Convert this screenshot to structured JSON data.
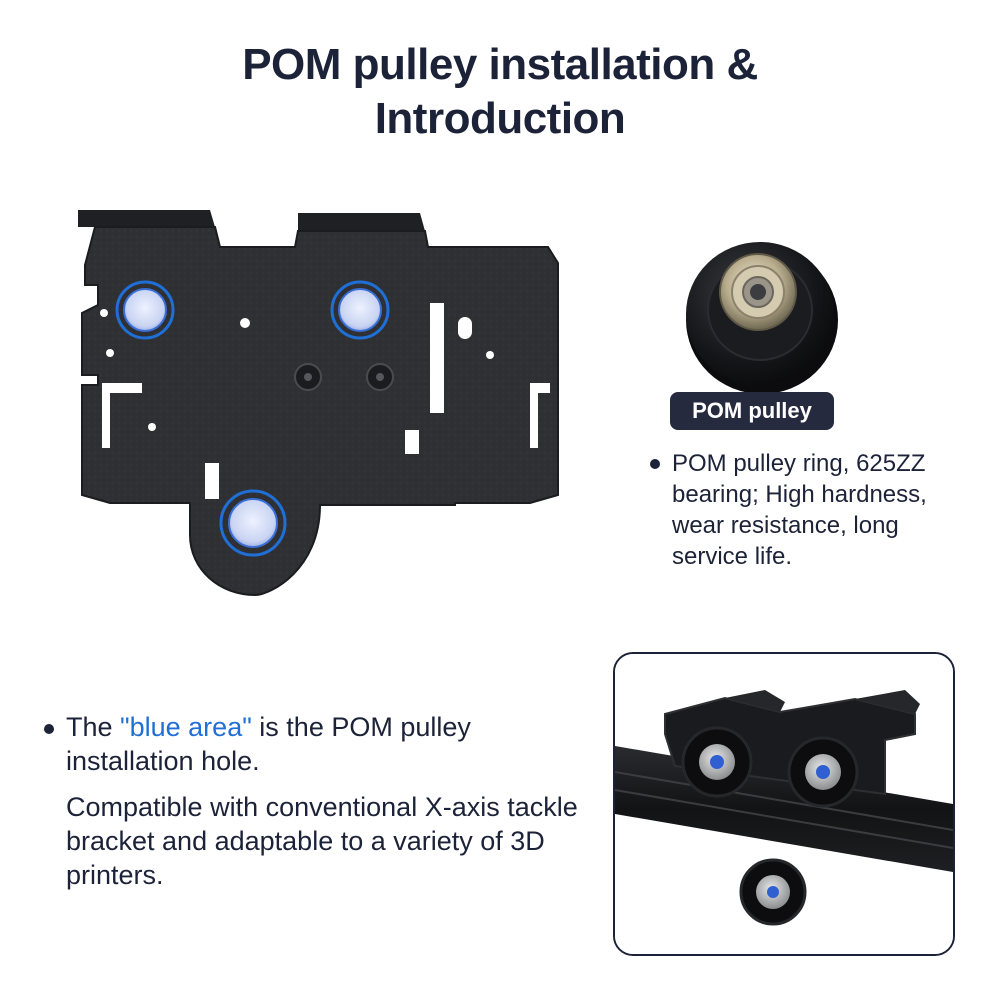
{
  "title": {
    "line1": "POM pulley installation &",
    "line2": "Introduction"
  },
  "pulley_badge": "POM pulley",
  "pulley_description": "POM pulley ring, 625ZZ bearing; High hardness, wear resistance, long service life.",
  "installation_note": {
    "prefix": "The ",
    "highlight": "\"blue area\"",
    "suffix": " is the POM pulley installation hole."
  },
  "compatibility_text": "Compatible with conventional X-axis tackle bracket and adaptable to a variety of 3D printers.",
  "colors": {
    "text": "#1c2238",
    "highlight_blue": "#1f6fd6",
    "badge_bg": "#262a3f",
    "plate": "#2f3033"
  }
}
